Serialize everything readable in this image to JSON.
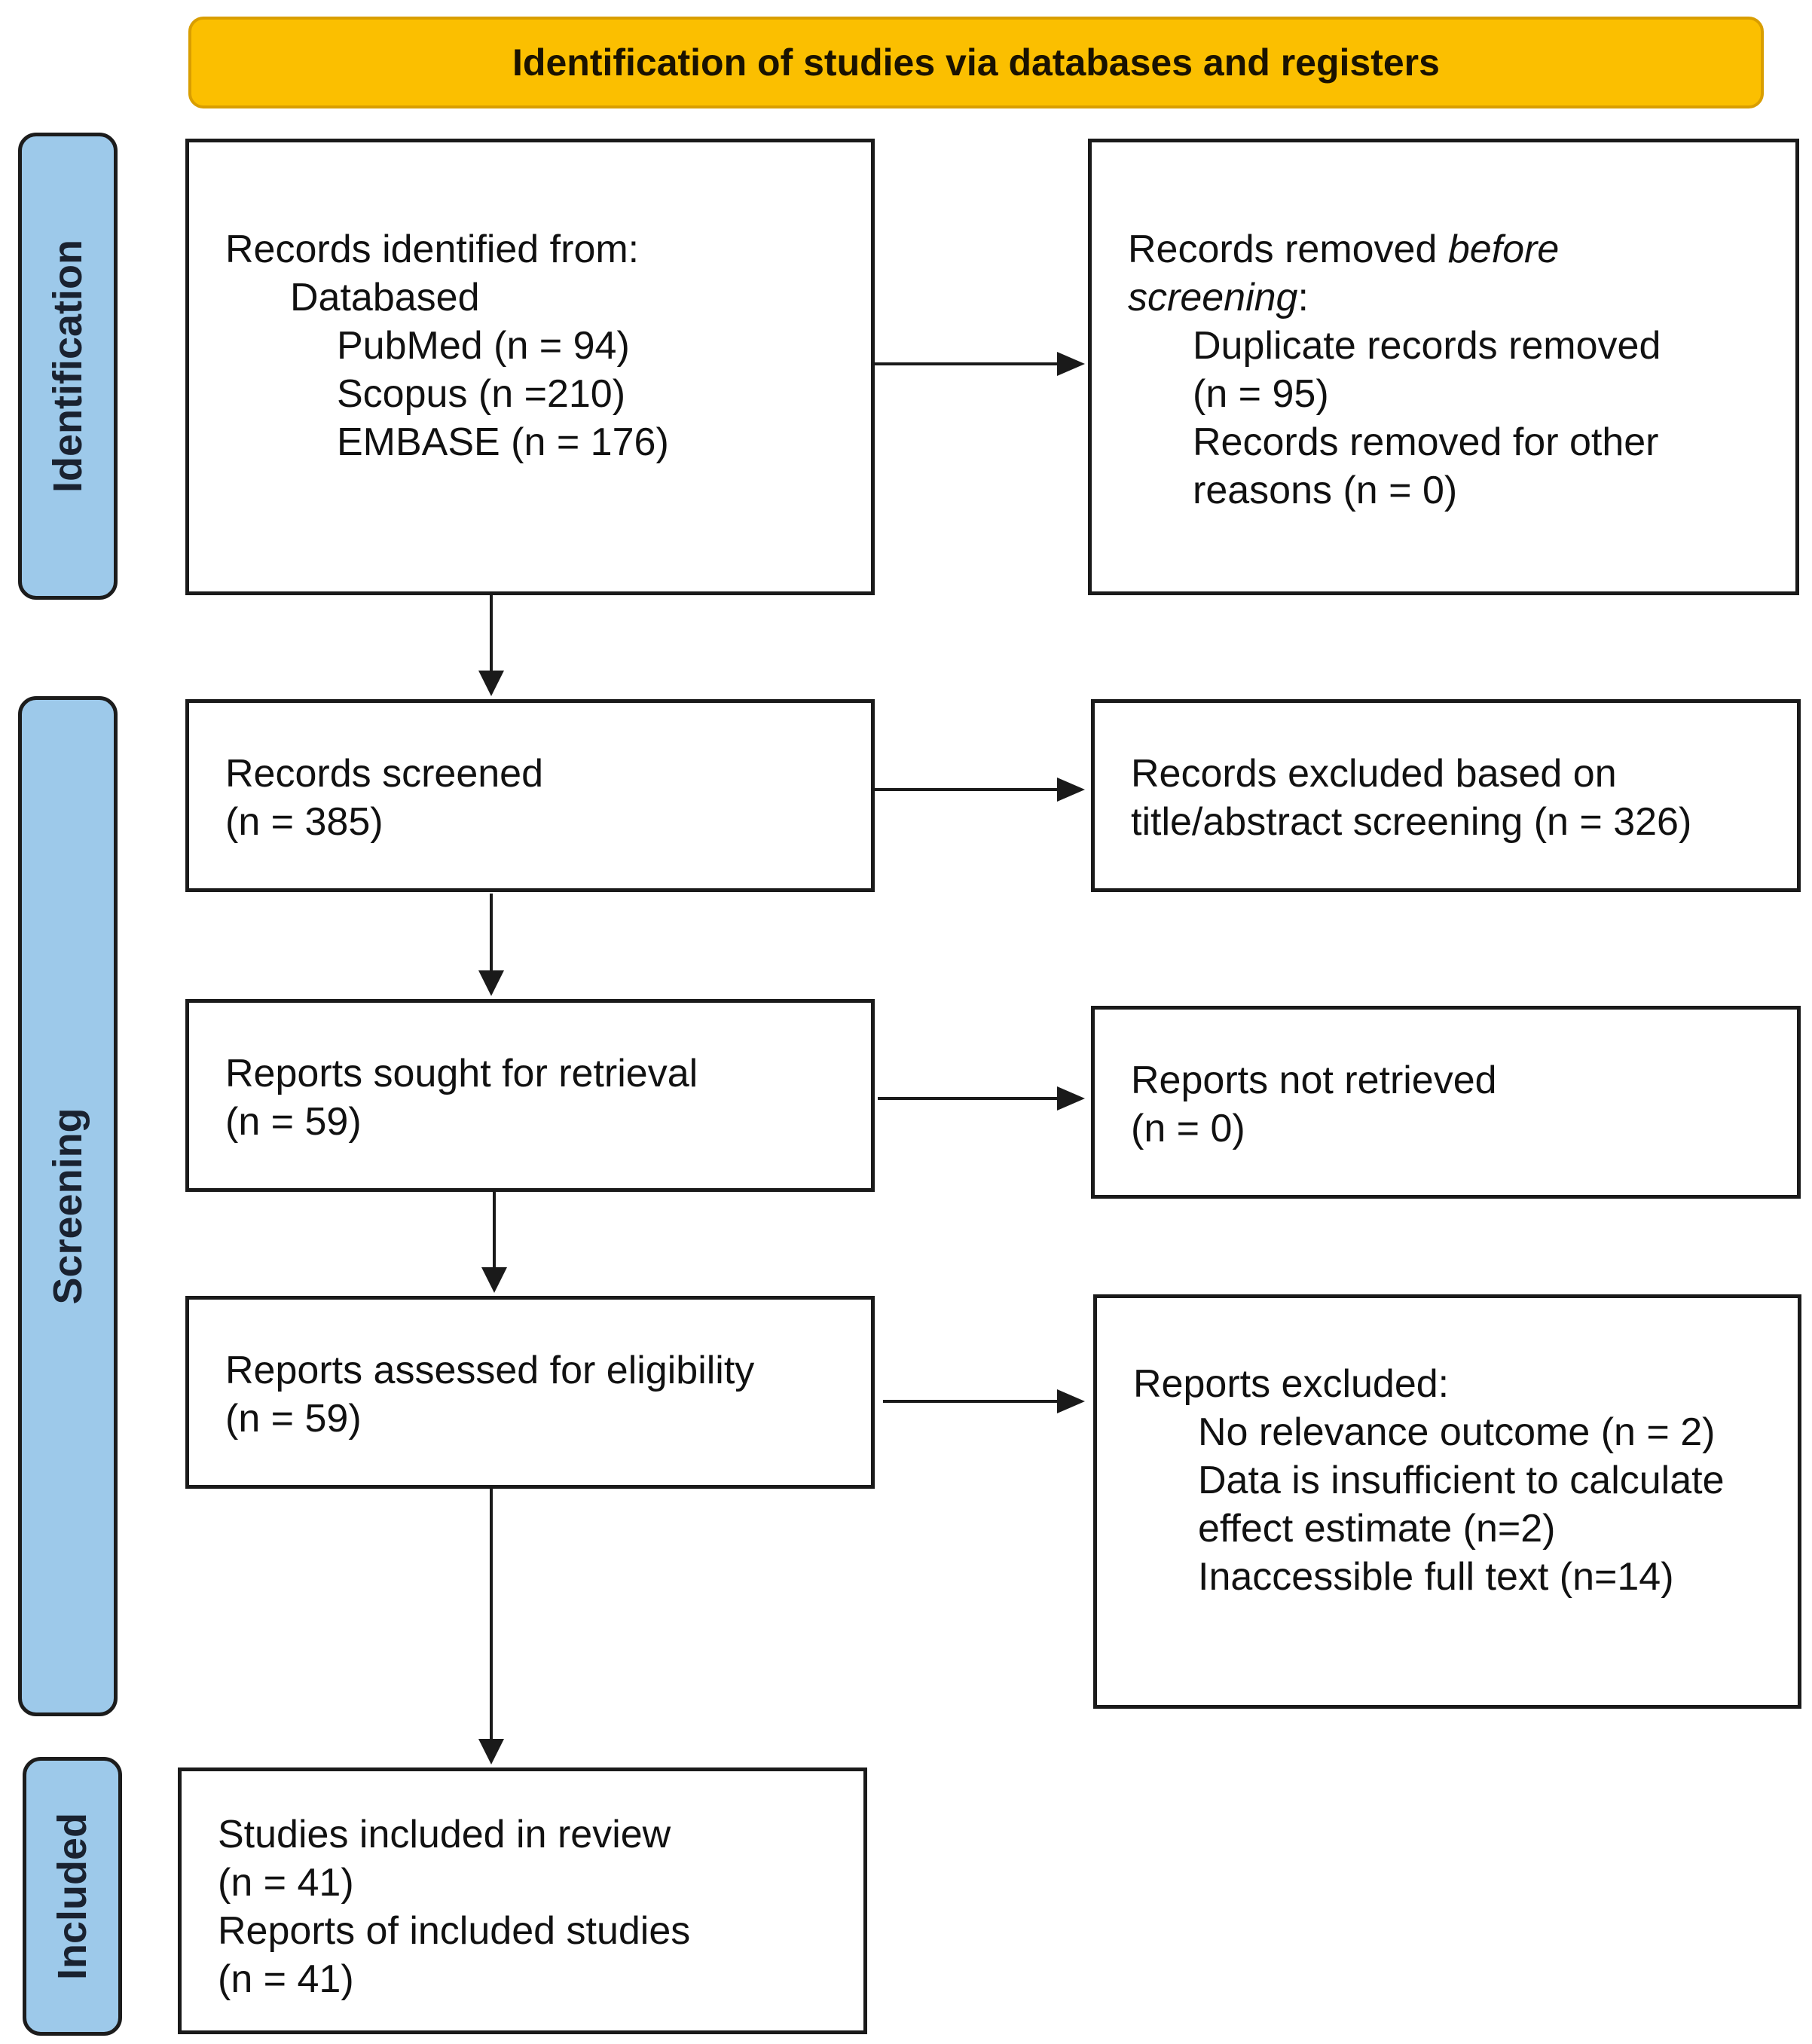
{
  "header": {
    "title": "Identification of studies via databases and registers"
  },
  "phases": {
    "identification": "Identification",
    "screening": "Screening",
    "included": "Included"
  },
  "identified": {
    "heading": "Records identified from:",
    "group": "Databased",
    "sources": [
      "PubMed (n = 94)",
      "Scopus (n =210)",
      "EMBASE (n = 176)"
    ]
  },
  "removed": {
    "heading_a": "Records removed ",
    "heading_em1": "before",
    "heading_em2": "screening",
    "heading_b": ":",
    "lines": [
      "Duplicate records removed",
      "(n = 95)",
      "Records removed for other",
      "reasons (n = 0)"
    ]
  },
  "screened": {
    "lines": [
      "Records screened",
      "(n = 385)"
    ]
  },
  "excluded_screening": {
    "lines": [
      "Records excluded based on",
      "title/abstract screening (n = 326)"
    ]
  },
  "sought": {
    "lines": [
      "Reports sought for retrieval",
      "(n = 59)"
    ]
  },
  "not_retrieved": {
    "lines": [
      "Reports not retrieved",
      "(n = 0)"
    ]
  },
  "assessed": {
    "lines": [
      "Reports assessed for eligibility",
      "(n = 59)"
    ]
  },
  "reports_excluded": {
    "heading": "Reports excluded:",
    "lines": [
      "No relevance outcome (n = 2)",
      "Data is insufficient to calculate",
      "effect estimate (n=2)",
      "Inaccessible full text (n=14)"
    ]
  },
  "included": {
    "lines": [
      "Studies included in review",
      "(n = 41)",
      "Reports of included studies",
      "(n = 41)"
    ]
  },
  "colors": {
    "banner": "#fbbf00",
    "phase": "#9dc9ea",
    "border": "#1a1a1a"
  }
}
